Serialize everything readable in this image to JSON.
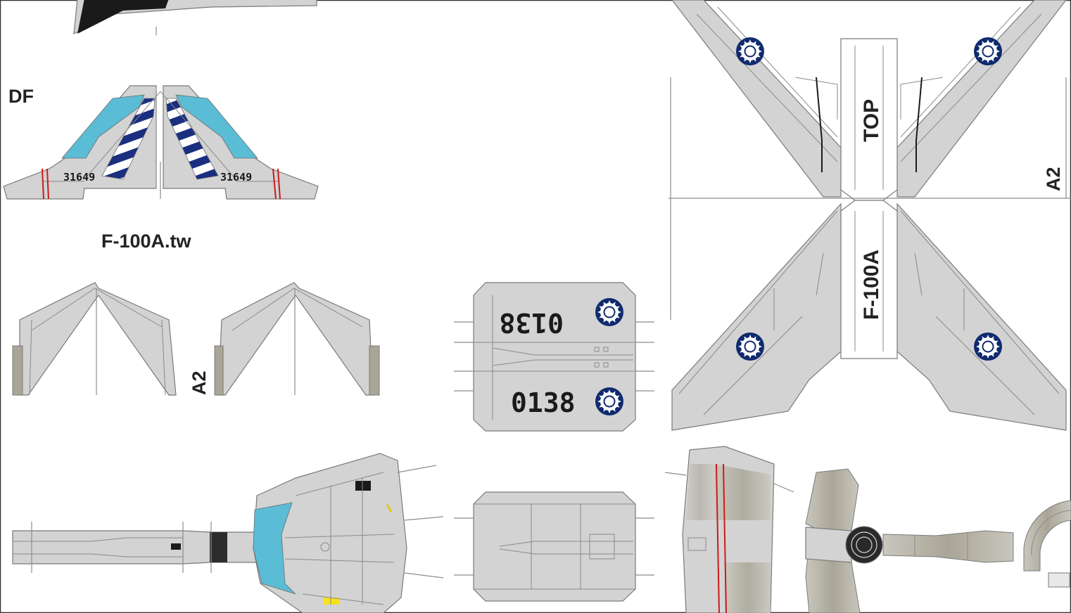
{
  "sheet": {
    "labels": {
      "df": "DF",
      "model_name": "F-100A.tw",
      "a2_left": "A2",
      "a2_right": "A2",
      "top_tab": "TOP",
      "model_tab": "F-100A"
    },
    "serials": {
      "tail_left": "31649",
      "tail_right": "31649",
      "fuselage_upper": "0138",
      "fuselage_lower": "0138"
    },
    "colors": {
      "panel_grey": "#d3d3d3",
      "line_grey": "#7a7a7a",
      "roundel_blue": "#0f2a6e",
      "stripe_blue": "#1a2f80",
      "light_blue": "#5bbcd6",
      "stripe_red": "#cc1b1b",
      "metal_tan": "#a9a597",
      "marker_yellow": "#f5e21b",
      "black": "#1a1a1a"
    },
    "icons": [
      "roc-roundel-icon"
    ]
  }
}
